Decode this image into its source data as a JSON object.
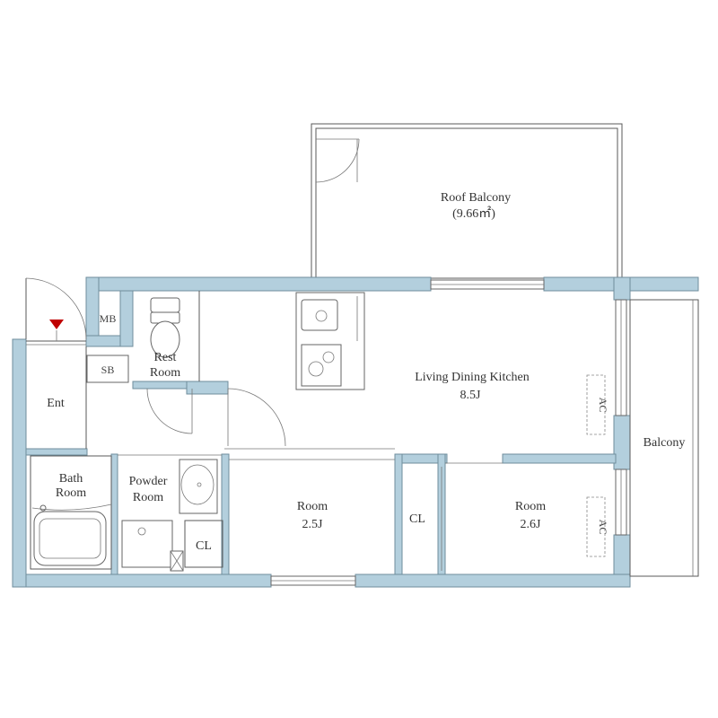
{
  "labels": {
    "roof_balcony": "Roof Balcony",
    "roof_balcony_area": "(9.66㎡)",
    "ldk": "Living Dining Kitchen",
    "ldk_size": "8.5J",
    "balcony": "Balcony",
    "mb": "MB",
    "sb": "SB",
    "rest_room_1": "Rest",
    "rest_room_2": "Room",
    "ent": "Ent",
    "bath_1": "Bath",
    "bath_2": "Room",
    "powder_1": "Powder",
    "powder_2": "Room",
    "cl_small": "CL",
    "room_a": "Room",
    "room_a_size": "2.5J",
    "cl_mid": "CL",
    "room_b": "Room",
    "room_b_size": "2.6J",
    "ac_1": "AC",
    "ac_2": "AC"
  },
  "colors": {
    "wall_fill": "#b3cfdd",
    "entrance_marker": "#c00000"
  }
}
